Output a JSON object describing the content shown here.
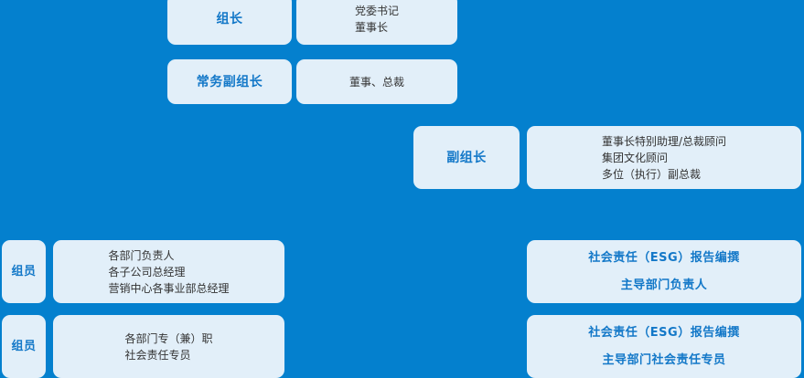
{
  "theme": {
    "background_color": "#0480CE",
    "card_color": "#E2EFF9",
    "accent_text_color": "#1378C8",
    "body_text_color": "#333333"
  },
  "rows": {
    "row1": {
      "role": "组长",
      "details": [
        "党委书记",
        "董事长"
      ]
    },
    "row2": {
      "role": "常务副组长",
      "details": [
        "董事、总裁"
      ]
    },
    "row3": {
      "role": "副组长",
      "details": [
        "董事长特别助理/总裁顾问",
        "集团文化顾问",
        "多位（执行）副总裁"
      ]
    },
    "row4": {
      "role": "组员",
      "details": [
        "各部门负责人",
        "各子公司总经理",
        "营销中心各事业部总经理"
      ],
      "esg": [
        "社会责任（ESG）报告编撰",
        "主导部门负责人"
      ]
    },
    "row5": {
      "role": "组员",
      "details": [
        "各部门专（兼）职",
        "社会责任专员"
      ],
      "esg": [
        "社会责任（ESG）报告编撰",
        "主导部门社会责任专员"
      ]
    }
  }
}
